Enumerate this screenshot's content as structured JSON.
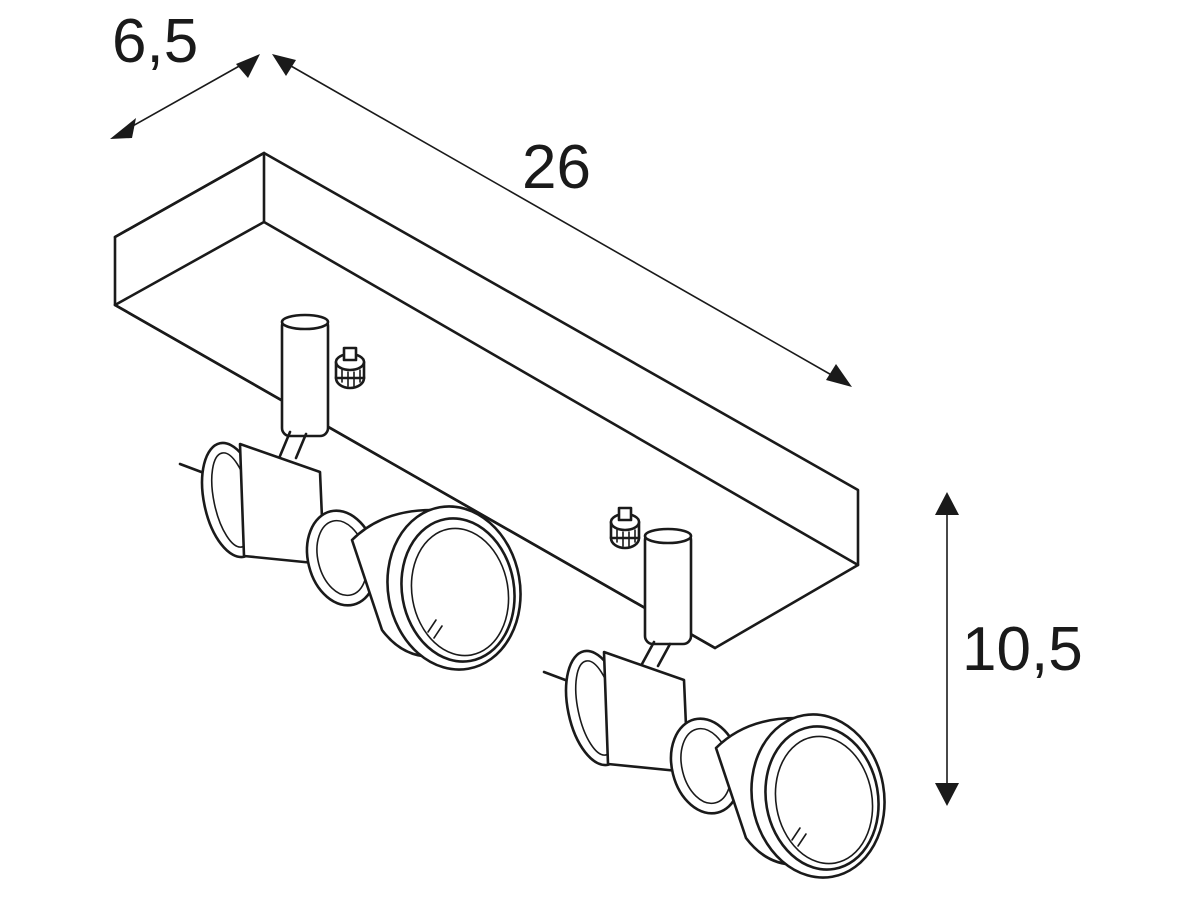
{
  "dimensions": {
    "depth": "6,5",
    "length": "26",
    "height": "10,5"
  },
  "colors": {
    "line": "#1a1a1a",
    "background": "#ffffff"
  }
}
